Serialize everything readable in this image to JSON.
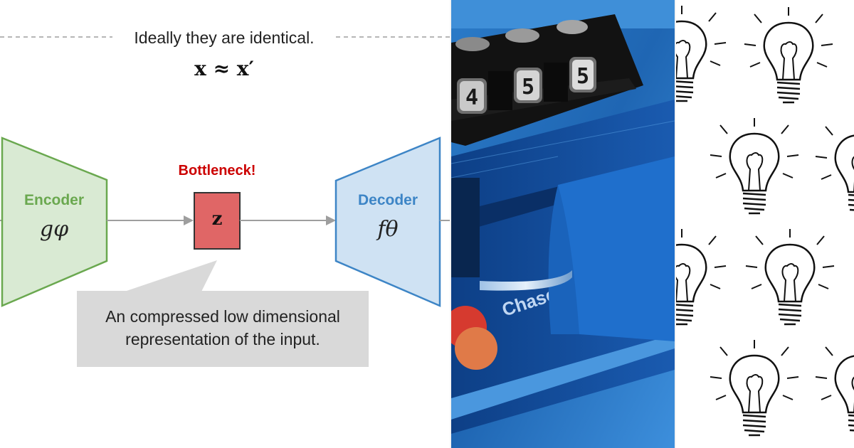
{
  "diagram": {
    "top_note": "Ideally they are identical.",
    "top_formula": "x ≈ x′",
    "encoder": {
      "label": "Encoder",
      "symbol": "gφ",
      "color": "#6aa84f",
      "fill": "#d9ead3"
    },
    "decoder": {
      "label": "Decoder",
      "symbol": "fθ",
      "color": "#3d85c6",
      "fill": "#cfe2f3"
    },
    "bottleneck": {
      "label": "Bottleneck!",
      "symbol": "z",
      "color": "#cc0000",
      "fill": "#e06666"
    },
    "callout_line1": "An compressed low dimensional",
    "callout_line2": "representation of the input.",
    "callout_fill": "#d9d9d9"
  },
  "photo": {
    "lock_digits": [
      "4",
      "5",
      "5"
    ],
    "card_text": "Chase"
  }
}
